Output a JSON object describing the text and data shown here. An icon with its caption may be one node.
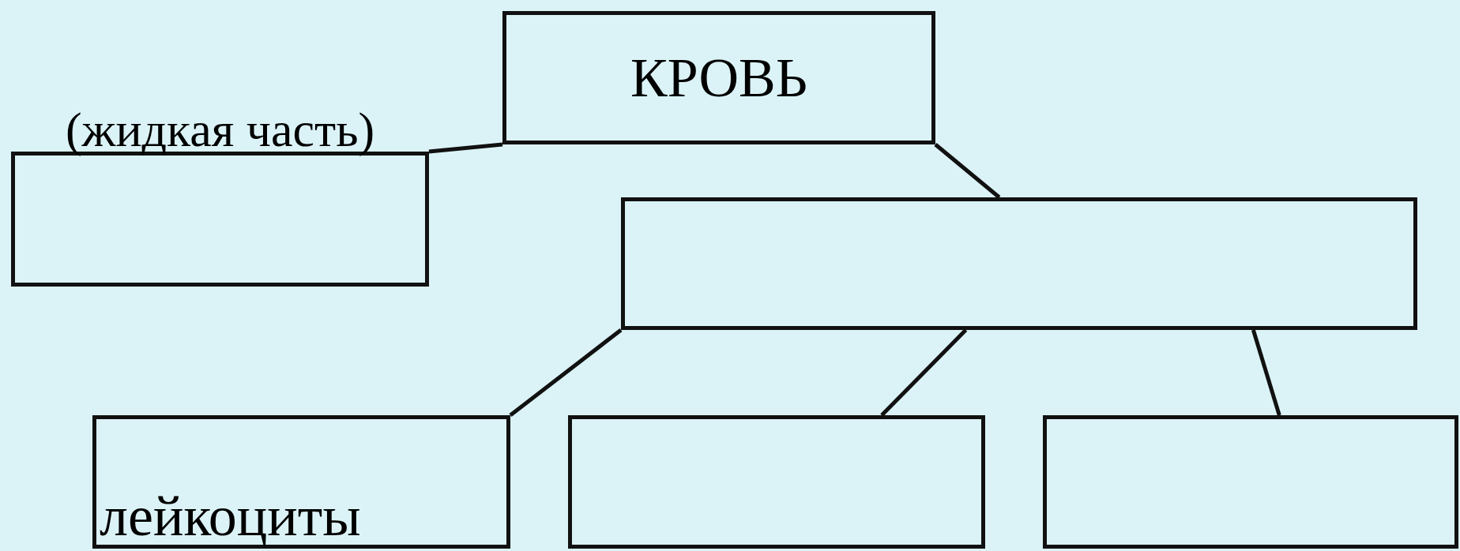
{
  "diagram": {
    "nodes": [
      {
        "text": [
          "КРОВЬ"
        ]
      },
      {
        "text": [],
        "shape": "box",
        "beside": [
          "(жидкая часть)"
        ]
      },
      {
        "text": [],
        "shape": "box"
      },
      {
        "text": [
          "лейкоциты"
        ]
      },
      {
        "text": [],
        "shape": "box"
      },
      {
        "text": [],
        "shape": "box"
      }
    ],
    "edges": [
      {
        "from": 0,
        "to": 1,
        "arrow": "none"
      },
      {
        "from": 0,
        "to": 2,
        "arrow": "none"
      },
      {
        "from": 2,
        "to": 3,
        "arrow": "none"
      },
      {
        "from": 2,
        "to": 4,
        "arrow": "none"
      },
      {
        "from": 2,
        "to": 5,
        "arrow": "none"
      }
    ]
  }
}
